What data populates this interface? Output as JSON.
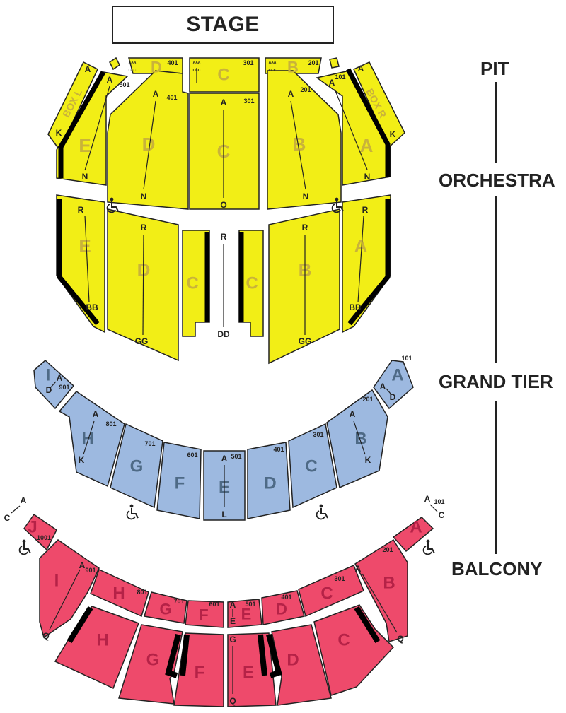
{
  "stage": "STAGE",
  "levels": {
    "pit": "PIT",
    "orchestra": "ORCHESTRA",
    "grand_tier": "GRAND TIER",
    "balcony": "BALCONY"
  },
  "colors": {
    "pit_orchestra": "#f2ee16",
    "grand_tier": "#9db9e0",
    "balcony": "#ee4a6b",
    "pit_orchestra_letter": "#c9b33a",
    "grand_tier_letter": "#4e6a86",
    "balcony_letter": "#b52247",
    "outline": "#222222",
    "rail": "#000000"
  },
  "sections": {
    "pit": [
      {
        "id": "pit-d",
        "letter": "D",
        "number": "401",
        "rows": "AAA CCC"
      },
      {
        "id": "pit-c",
        "letter": "C",
        "number": "301",
        "rows": "AAA CCC"
      },
      {
        "id": "pit-b",
        "letter": "B",
        "number": "201",
        "rows": "AAA CCC"
      }
    ],
    "orchestra_front": [
      {
        "id": "box-l",
        "label": "BOX L",
        "row_start": "A",
        "row_end": "K"
      },
      {
        "id": "orch-e-front",
        "letter": "E",
        "number": "501",
        "row_start": "A",
        "row_end": "N"
      },
      {
        "id": "orch-d-front",
        "letter": "D",
        "number": "401",
        "row_start": "A",
        "row_end": "N"
      },
      {
        "id": "orch-c-front",
        "letter": "C",
        "number": "301",
        "row_start": "A",
        "row_end": "O"
      },
      {
        "id": "orch-b-front",
        "letter": "B",
        "number": "201",
        "row_start": "A",
        "row_end": "N"
      },
      {
        "id": "orch-a-front",
        "letter": "A",
        "number": "101",
        "row_start": "A",
        "row_end": "N"
      },
      {
        "id": "box-r",
        "label": "BOX R",
        "row_start": "A",
        "row_end": "K"
      }
    ],
    "orchestra_rear": [
      {
        "id": "orch-e-rear",
        "letter": "E",
        "row_start": "R",
        "row_end": "BB"
      },
      {
        "id": "orch-d-rear",
        "letter": "D",
        "row_start": "R",
        "row_end": "GG"
      },
      {
        "id": "orch-c-rear-left",
        "letter": "C"
      },
      {
        "id": "orch-c-rear-aisle",
        "row_start": "R",
        "row_end": "DD"
      },
      {
        "id": "orch-c-rear-right",
        "letter": "C"
      },
      {
        "id": "orch-b-rear",
        "letter": "B",
        "row_start": "R",
        "row_end": "GG"
      },
      {
        "id": "orch-a-rear",
        "letter": "A",
        "row_start": "R",
        "row_end": "BB"
      }
    ],
    "grand_tier": [
      {
        "id": "gt-i",
        "letter": "I",
        "number": "901",
        "row_start": "A",
        "row_end": "D"
      },
      {
        "id": "gt-h",
        "letter": "H",
        "number": "801",
        "row_start": "A",
        "row_end": "K"
      },
      {
        "id": "gt-g",
        "letter": "G",
        "number": "701"
      },
      {
        "id": "gt-f",
        "letter": "F",
        "number": "601"
      },
      {
        "id": "gt-e",
        "letter": "E",
        "number": "501",
        "row_start": "A",
        "row_end": "L"
      },
      {
        "id": "gt-d",
        "letter": "D",
        "number": "401"
      },
      {
        "id": "gt-c",
        "letter": "C",
        "number": "301"
      },
      {
        "id": "gt-b",
        "letter": "B",
        "number": "201",
        "row_start": "A",
        "row_end": "K"
      },
      {
        "id": "gt-a",
        "letter": "A",
        "number": "101",
        "row_start": "A",
        "row_end": "D"
      }
    ],
    "balcony_front": [
      {
        "id": "bal-j",
        "letter": "J",
        "number": "1001",
        "row_start": "A",
        "row_end": "C"
      },
      {
        "id": "bal-i",
        "letter": "I",
        "number": "901",
        "row_start": "A",
        "row_end": "Q"
      },
      {
        "id": "bal-h-front",
        "letter": "H",
        "number": "801"
      },
      {
        "id": "bal-g-front",
        "letter": "G",
        "number": "701"
      },
      {
        "id": "bal-f-front",
        "letter": "F",
        "number": "601"
      },
      {
        "id": "bal-e-front",
        "letter": "E",
        "number": "501",
        "row_start": "A",
        "row_end": "E"
      },
      {
        "id": "bal-d-front",
        "letter": "D",
        "number": "401"
      },
      {
        "id": "bal-c-front",
        "letter": "C",
        "number": "301"
      },
      {
        "id": "bal-b",
        "letter": "B",
        "number": "201",
        "row_start": "A",
        "row_end": "Q"
      },
      {
        "id": "bal-a",
        "letter": "A",
        "number": "101",
        "row_start": "A",
        "row_end": "C"
      }
    ],
    "balcony_rear": [
      {
        "id": "bal-h-rear",
        "letter": "H"
      },
      {
        "id": "bal-g-rear",
        "letter": "G"
      },
      {
        "id": "bal-f-rear",
        "letter": "F"
      },
      {
        "id": "bal-e-rear",
        "letter": "E",
        "row_start": "G",
        "row_end": "Q"
      },
      {
        "id": "bal-d-rear",
        "letter": "D"
      },
      {
        "id": "bal-c-rear",
        "letter": "C"
      }
    ]
  },
  "icons": {
    "wheelchair": "wheelchair-icon"
  }
}
